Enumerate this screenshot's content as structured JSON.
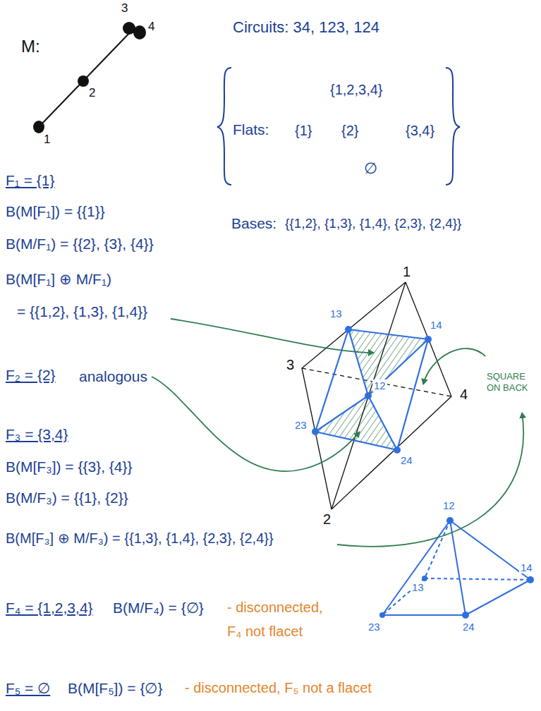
{
  "diagram": {
    "labels": [
      "M:",
      "3",
      "4",
      "2",
      "1",
      "Circuits: 34, 123, 124",
      "{1,2,3,4}",
      "Flats:",
      "{1}",
      "{2}",
      "{3,4}",
      "∅",
      "F₁ = {1}",
      "B(M[F₁]) = {{1}}",
      "B(M/F₁) = {{2}, {3}, {4}}",
      "Bases:",
      "{{1,2}, {1,3}, {1,4}, {2,3}, {2,4}}",
      "B(M[F₁] ⊕ M/F₁)",
      "= {{1,2}, {1,3}, {1,4}}",
      "1",
      "13",
      "14",
      "3",
      "4",
      "12",
      "23",
      "24",
      "2",
      "F₂ = {2}",
      "analogous",
      "SQUARE ON BACK",
      "F₃ = {3,4}",
      "B(M[F₃]) = {{3}, {4}}",
      "B(M/F₃) = {{1}, {2}}",
      "B(M[F₃] ⊕ M/F₃) = {{1,3}, {1,4}, {2,3}, {2,4}}",
      "12",
      "13",
      "14",
      "23",
      "24",
      "F₄ = {1,2,3,4}",
      "B(M/F₄) = {∅}",
      "- disconnected,",
      "F₄ not flacet",
      "F₅ = ∅",
      "B(M[F₅]) = {∅}",
      "- disconnected, F₅ not a flacet"
    ]
  }
}
